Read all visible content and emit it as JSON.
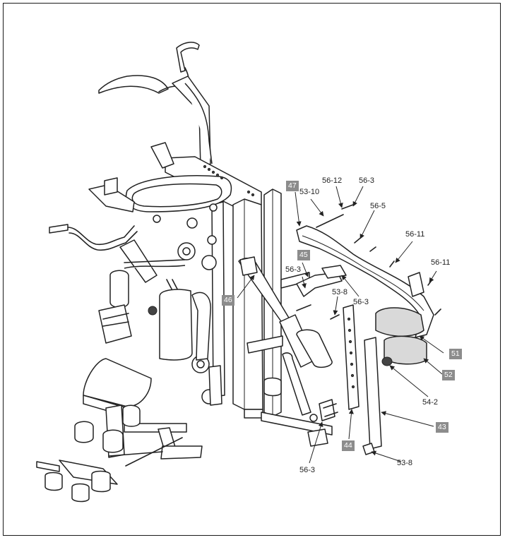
{
  "callouts": {
    "c_53_10": "53-10",
    "c_56_12": "56-12",
    "c_56_3_top": "56-3",
    "c_56_5": "56-5",
    "c_56_11_a": "56-11",
    "c_56_11_b": "56-11",
    "c_56_3_mid": "56-3",
    "c_53_8_mid": "53-8",
    "c_56_3_right": "56-3",
    "c_54_2": "54-2",
    "c_53_8_bottom": "53-8",
    "c_56_3_bottom": "56-3"
  },
  "tags": {
    "t_47": "47",
    "t_45": "45",
    "t_46": "46",
    "t_51": "51",
    "t_52": "52",
    "t_43": "43",
    "t_44": "44"
  },
  "colors": {
    "line": "#222222",
    "tag_fill": "#8c8c8c",
    "tag_text": "#ffffff",
    "panel_fill": "#d9d9d9"
  }
}
